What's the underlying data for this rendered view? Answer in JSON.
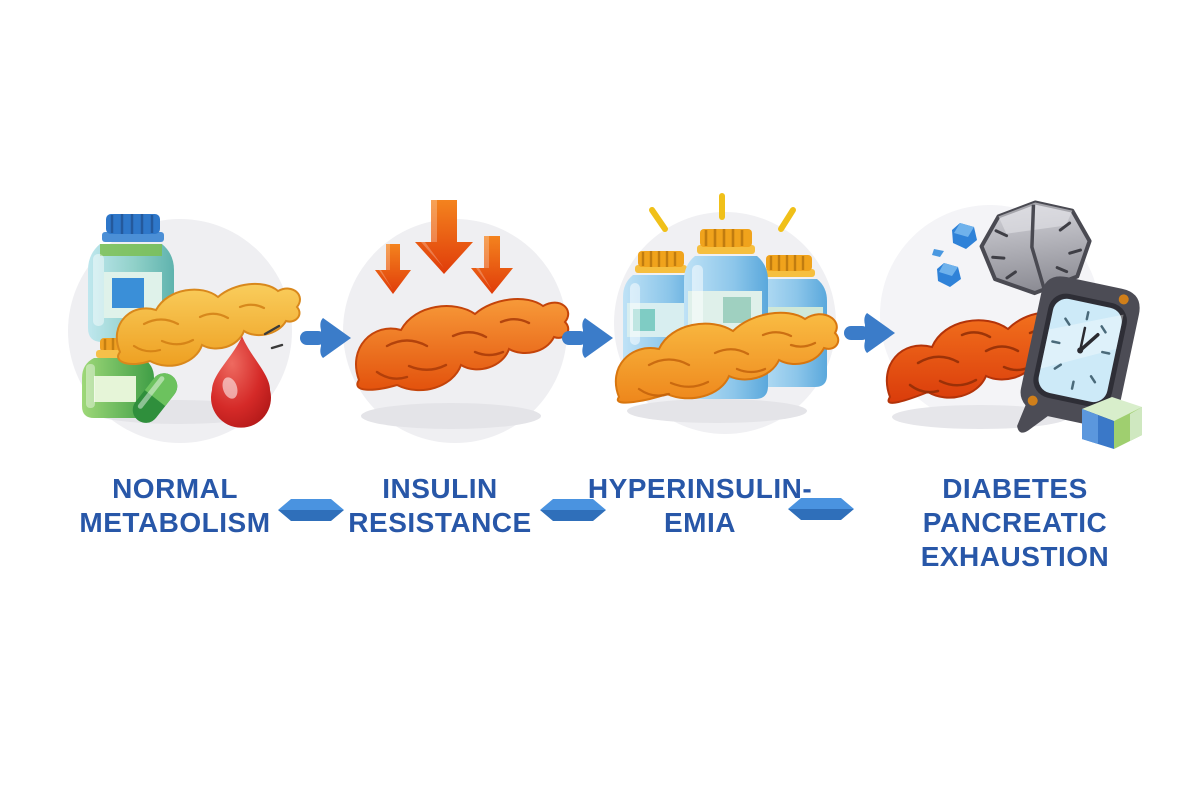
{
  "diagram": {
    "type": "process-flow",
    "subject": "progression-from-normal-metabolism-to-diabetes",
    "stages": [
      {
        "id": "normal-metabolism",
        "label_lines": [
          "NORMAL",
          "METABOLISM"
        ],
        "illustration": "healthy yellow pancreas with blue medicine bottle, green medicine bottle, green capsule and red blood drop on light circle",
        "icons": [
          "blue-medicine-bottle-icon",
          "green-medicine-bottle-icon",
          "green-capsule-icon",
          "healthy-pancreas-icon",
          "blood-drop-icon"
        ]
      },
      {
        "id": "insulin-resistance",
        "label_lines": [
          "INSULIN",
          "RESISTANCE"
        ],
        "illustration": "orange stressed pancreas with three red-orange arrows pressing down on it",
        "icons": [
          "down-arrow-small-icon",
          "down-arrow-large-icon",
          "down-arrow-medium-icon",
          "stressed-pancreas-icon"
        ]
      },
      {
        "id": "hyperinsulinemia",
        "label_lines": [
          "HYPERINSULIN-",
          "EMIA"
        ],
        "illustration": "overworked orange pancreas in front of three blue insulin vials with orange caps and yellow alert sparks",
        "icons": [
          "spark-lines-icon",
          "insulin-vial-left-icon",
          "insulin-vial-middle-icon",
          "insulin-vial-right-icon",
          "overworked-pancreas-icon"
        ]
      },
      {
        "id": "diabetes-pancreatic-exhaustion",
        "label_lines": [
          "DIABETES",
          "PANCREATIC",
          "EXHAUSTION"
        ],
        "illustration": "exhausted deep-orange cracked pancreas with broken grey clock stone, blue glucose crystals, glucometer and sugar cube",
        "icons": [
          "glucose-crystal-icon",
          "cracked-clock-stone-icon",
          "exhausted-pancreas-icon",
          "glucometer-icon",
          "sugar-cube-icon"
        ]
      }
    ],
    "flow_arrow": {
      "name": "right-arrow-icon",
      "color": "#3b7cc9",
      "count": 3
    },
    "label_connector": {
      "name": "hexagon-connector",
      "color_top": "#4a93e0",
      "color_bottom": "#2f6fba",
      "count": 3
    },
    "colors": {
      "background": "#ffffff",
      "label_text": "#2857a8",
      "circle_backdrop": "#efeff2",
      "pancreas_healthy": "#f2b43c",
      "pancreas_stressed": "#ef7a1e",
      "pancreas_exhausted": "#e5530f",
      "pressure_arrow": "#e8440c",
      "vial_body_blue": "#8cc6ea",
      "vial_cap_orange": "#f0a31c",
      "blood_drop_red": "#cf2127"
    }
  }
}
